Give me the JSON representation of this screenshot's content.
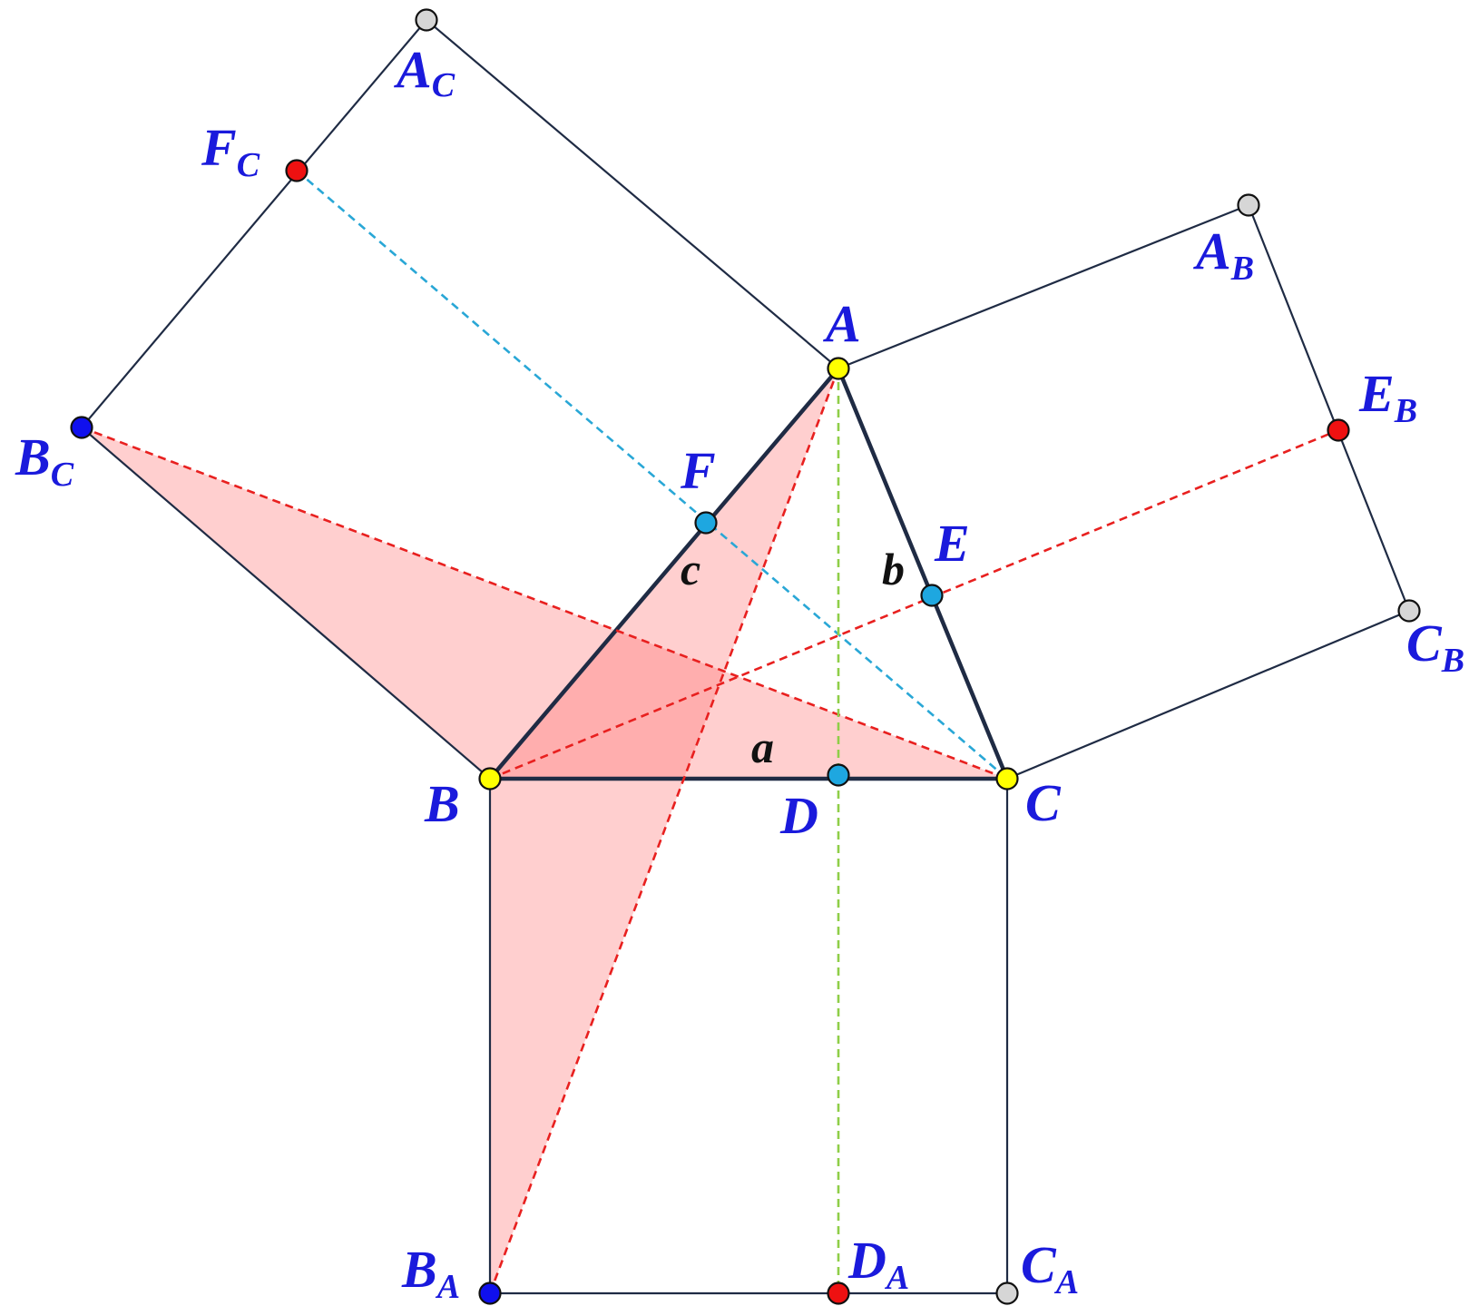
{
  "colors": {
    "label": "#1a1adc",
    "side_label": "#111111",
    "line": "#1f2b44",
    "fill": "#ff6b6b",
    "dash_red": "#e8201f",
    "dash_blue": "#29a7d6",
    "dash_green": "#8fce48",
    "point_yellow": "#ffff00",
    "point_cyan": "#1ea7e0",
    "point_red": "#ee1111",
    "point_blue": "#1010ee",
    "point_gray": "#d6d6d6"
  },
  "labels": {
    "A": {
      "main": "A",
      "sub": ""
    },
    "B": {
      "main": "B",
      "sub": ""
    },
    "C": {
      "main": "C",
      "sub": ""
    },
    "D": {
      "main": "D",
      "sub": ""
    },
    "E": {
      "main": "E",
      "sub": ""
    },
    "F": {
      "main": "F",
      "sub": ""
    },
    "AC": {
      "main": "A",
      "sub": "C"
    },
    "FC": {
      "main": "F",
      "sub": "C"
    },
    "BC": {
      "main": "B",
      "sub": "C"
    },
    "AB": {
      "main": "A",
      "sub": "B"
    },
    "EB": {
      "main": "E",
      "sub": "B"
    },
    "CB": {
      "main": "C",
      "sub": "B"
    },
    "BA": {
      "main": "B",
      "sub": "A"
    },
    "DA": {
      "main": "D",
      "sub": "A"
    },
    "CA": {
      "main": "C",
      "sub": "A"
    }
  },
  "sides": {
    "a": "a",
    "b": "b",
    "c": "c"
  }
}
